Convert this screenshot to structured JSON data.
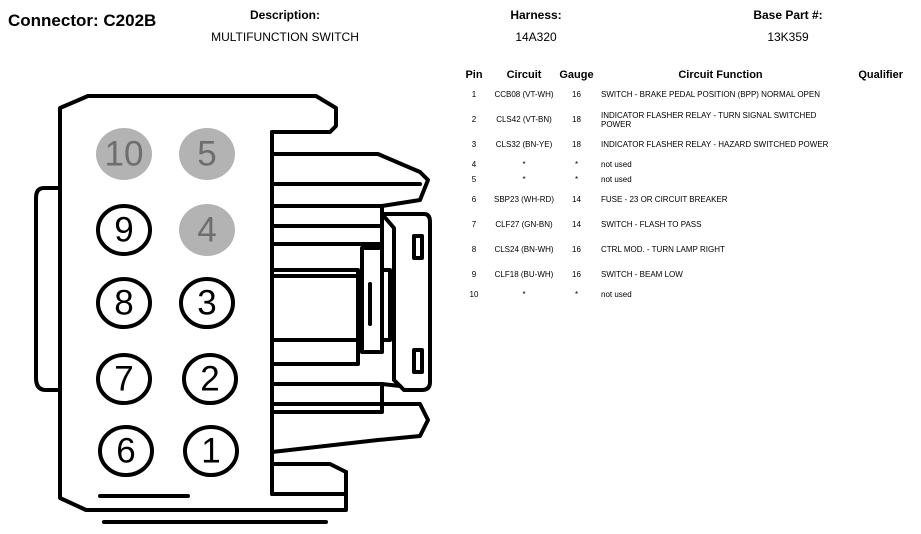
{
  "header": {
    "connector_label": "Connector:",
    "connector_id": "C202B",
    "description_label": "Description:",
    "description_value": "MULTIFUNCTION SWITCH",
    "harness_label": "Harness:",
    "harness_value": "14A320",
    "base_part_label": "Base Part #:",
    "base_part_value": "13K359"
  },
  "table": {
    "columns": [
      "Pin",
      "Circuit",
      "Gauge",
      "Circuit Function",
      "Qualifier"
    ],
    "rows": [
      {
        "pin": "1",
        "circuit": "CCB08 (VT-WH)",
        "gauge": "16",
        "function": "SWITCH - BRAKE PEDAL POSITION (BPP) NORMAL OPEN",
        "qualifier": ""
      },
      {
        "pin": "2",
        "circuit": "CLS42 (VT-BN)",
        "gauge": "18",
        "function": "INDICATOR FLASHER RELAY - TURN SIGNAL SWITCHED POWER",
        "qualifier": ""
      },
      {
        "pin": "3",
        "circuit": "CLS32 (BN-YE)",
        "gauge": "18",
        "function": "INDICATOR FLASHER RELAY - HAZARD SWITCHED POWER",
        "qualifier": ""
      },
      {
        "pin": "4",
        "circuit": "*",
        "gauge": "*",
        "function": "not used",
        "qualifier": ""
      },
      {
        "pin": "5",
        "circuit": "*",
        "gauge": "*",
        "function": "not used",
        "qualifier": ""
      },
      {
        "pin": "6",
        "circuit": "SBP23 (WH-RD)",
        "gauge": "14",
        "function": "FUSE - 23 OR CIRCUIT BREAKER",
        "qualifier": ""
      },
      {
        "pin": "7",
        "circuit": "CLF27 (GN-BN)",
        "gauge": "14",
        "function": "SWITCH - FLASH TO PASS",
        "qualifier": ""
      },
      {
        "pin": "8",
        "circuit": "CLS24 (BN-WH)",
        "gauge": "16",
        "function": "CTRL MOD. - TURN LAMP RIGHT",
        "qualifier": ""
      },
      {
        "pin": "9",
        "circuit": "CLF18 (BU-WH)",
        "gauge": "16",
        "function": "SWITCH - BEAM LOW",
        "qualifier": ""
      },
      {
        "pin": "10",
        "circuit": "*",
        "gauge": "*",
        "function": "not used",
        "qualifier": ""
      }
    ]
  },
  "connector": {
    "cavities": [
      {
        "label": "10",
        "used": false
      },
      {
        "label": "5",
        "used": false
      },
      {
        "label": "9",
        "used": true
      },
      {
        "label": "4",
        "used": false
      },
      {
        "label": "8",
        "used": true
      },
      {
        "label": "3",
        "used": true
      },
      {
        "label": "7",
        "used": true
      },
      {
        "label": "2",
        "used": true
      },
      {
        "label": "6",
        "used": true
      },
      {
        "label": "1",
        "used": true
      }
    ],
    "colors": {
      "unused_fill": "#b3b3b3",
      "unused_text": "#6e6e6e",
      "outline": "#000000"
    }
  }
}
